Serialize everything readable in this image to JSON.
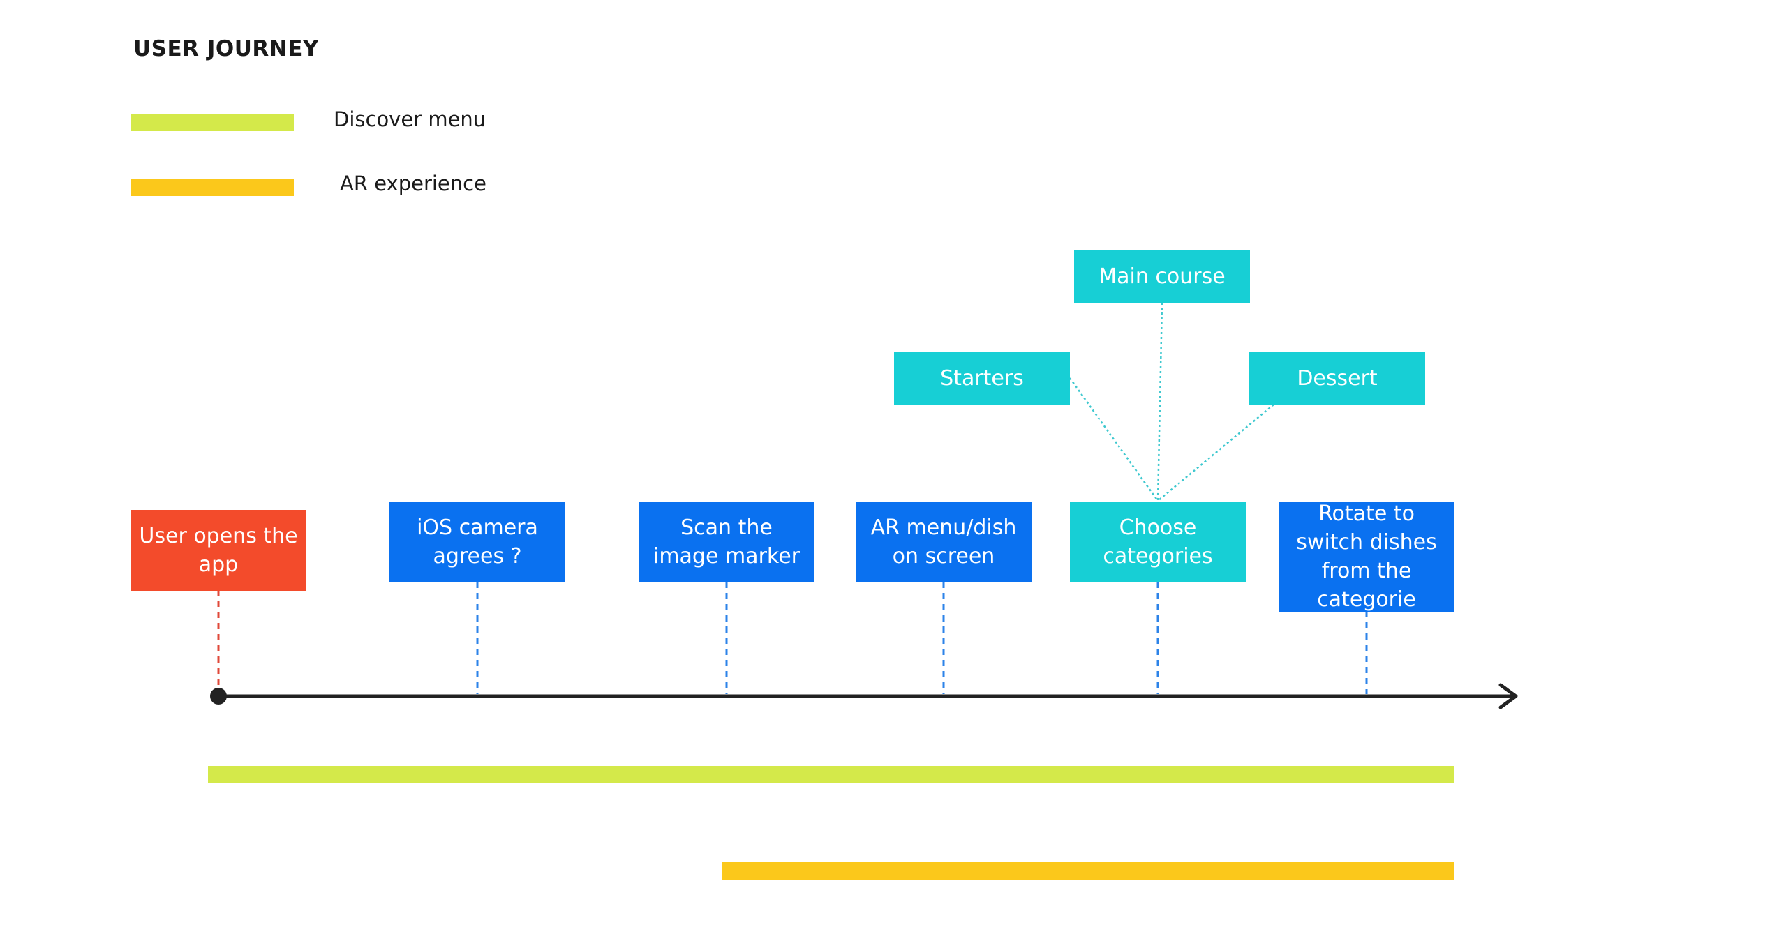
{
  "title": "USER JOURNEY",
  "legend": [
    {
      "label": "Discover menu",
      "color": "#d4e94a"
    },
    {
      "label": "AR experience",
      "color": "#fbc81b"
    }
  ],
  "steps": [
    {
      "label": "User opens the app",
      "color": "#f34b2b"
    },
    {
      "label": "iOS camera agrees ?",
      "color": "#0a71f0"
    },
    {
      "label": "Scan the image marker",
      "color": "#0a71f0"
    },
    {
      "label": "AR menu/dish on screen",
      "color": "#0a71f0"
    },
    {
      "label": "Choose categories",
      "color": "#17cfd5"
    },
    {
      "label": "Rotate to switch dishes from the categorie",
      "color": "#0a71f0"
    }
  ],
  "categories": [
    {
      "label": "Starters",
      "color": "#17cfd5"
    },
    {
      "label": "Main course",
      "color": "#17cfd5"
    },
    {
      "label": "Dessert",
      "color": "#17cfd5"
    }
  ],
  "colors": {
    "timeline": "#222222",
    "connector_red": "#e0483a",
    "connector_blue": "#2c83e8",
    "connector_teal": "#3ec8cf"
  }
}
